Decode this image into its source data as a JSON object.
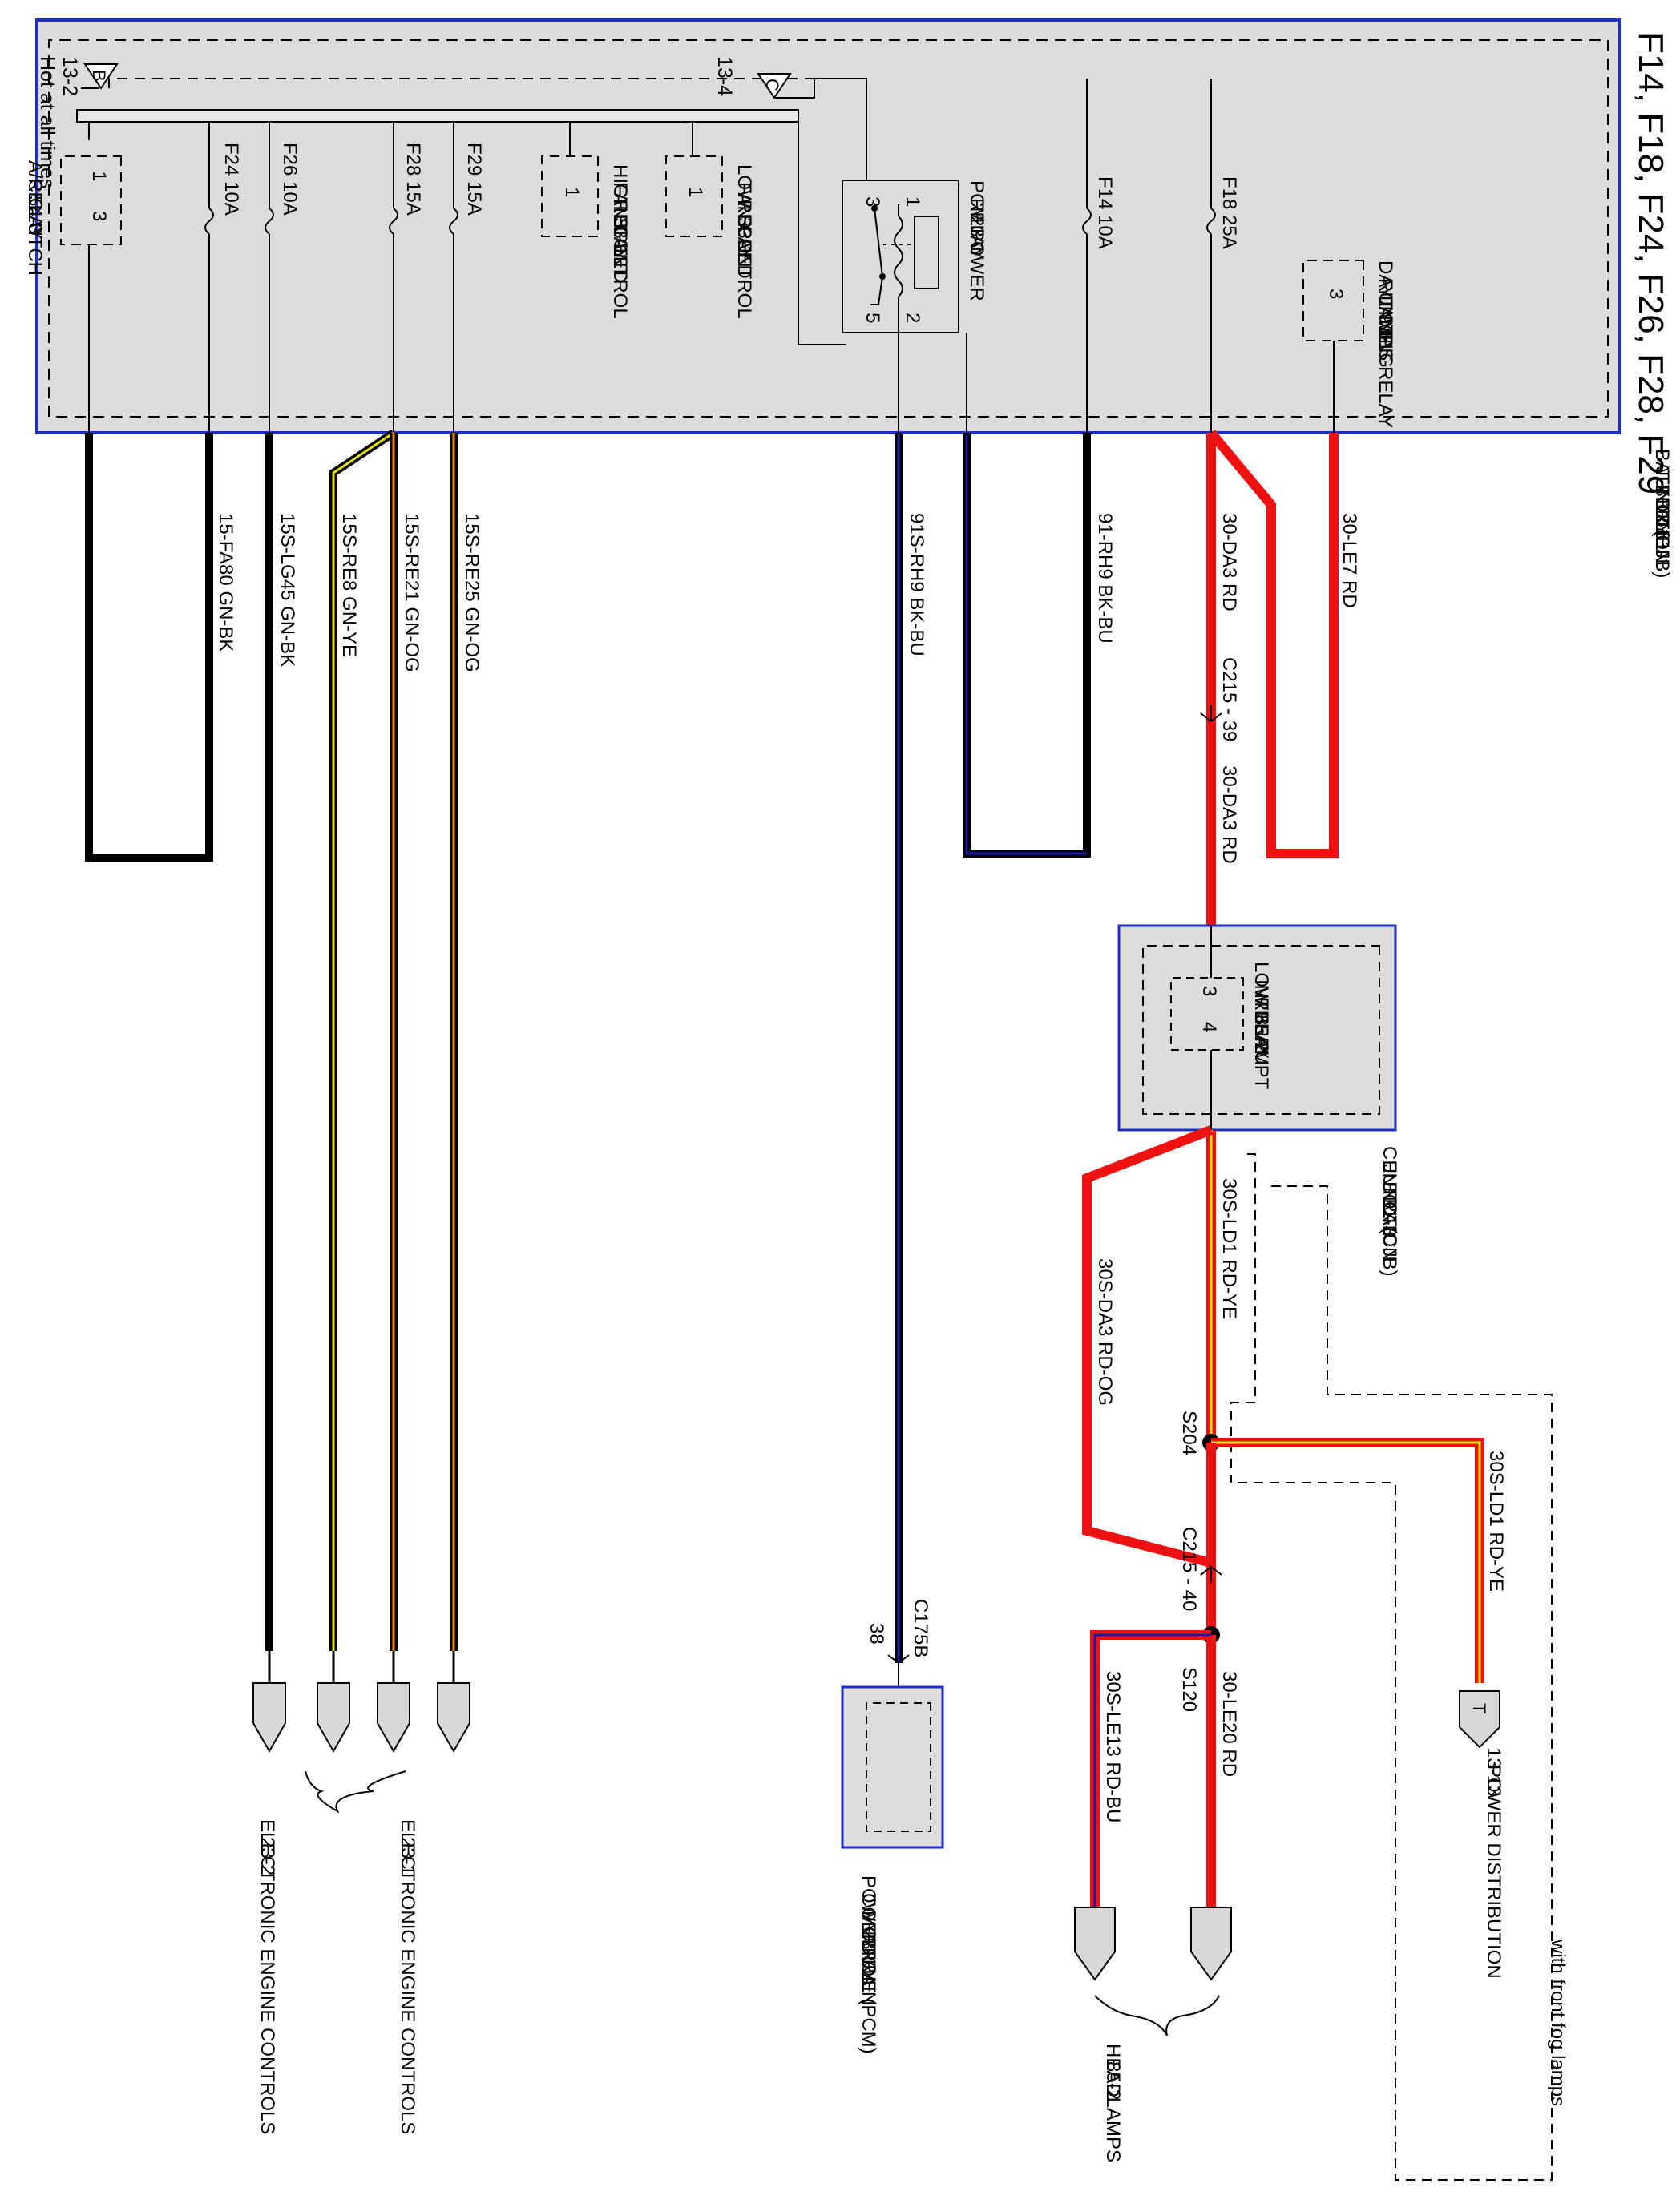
{
  "title": "F14, F18, F24, F26, F28, F29",
  "bjb": {
    "hot_label": "Hot at all times",
    "ref_B": "13-2",
    "ref_C": "13-4",
    "name_lines": [
      "BATTERY",
      "JUNCTION",
      "BOX (BJB)",
      "11-1",
      "151-1"
    ]
  },
  "connectors": {
    "B": "B",
    "C": "C",
    "T": "T"
  },
  "fuses": {
    "F24": "F24   10A",
    "F26": "F26   10A",
    "F28": "F28   15A",
    "F29": "F29   15A",
    "F14": "F14   10A",
    "F18": "F18   25A"
  },
  "relays": {
    "ac_clutch": {
      "lines": [
        "A/C CLUTCH",
        "RELAY",
        "54-3"
      ],
      "pin1": "1",
      "pin3": "3"
    },
    "high_speed": {
      "lines": [
        "HIGH SPEED",
        "FAN CONTROL",
        "RELAY",
        "33-1"
      ],
      "pin": "1"
    },
    "low_speed": {
      "lines": [
        "LOW SPEED",
        "FAN CONTROL",
        "RELAY",
        "33-1"
      ],
      "pin": "1"
    },
    "pcm_power": {
      "lines": [
        "PCM POWER",
        "RELAY",
        "23-1"
      ],
      "pin1": "1",
      "pin2": "2",
      "pin3": "3",
      "pin5": "5"
    },
    "drl": {
      "lines": [
        "DAYTIME",
        "RUNNING",
        "LAMPS RELAY",
        "97-1"
      ],
      "pin": "3"
    },
    "low_beam": {
      "lines": [
        "LOW BEAM",
        "INTERRUPT",
        "RELAY",
        "85-2"
      ],
      "pin3": "3",
      "pin4": "4"
    }
  },
  "wires": {
    "w1": "15-FA80   GN-BK",
    "w2": "15S-LG45   GN-BK",
    "w3": "15S-RE8   GN-YE",
    "w4": "15S-RE21   GN-OG",
    "w5": "15S-RE25   GN-OG",
    "w6": "91S-RH9   BK-BU",
    "w7": "91-RH9   BK-BU",
    "w8a": "30-DA3   RD",
    "w8b": "30-DA3   RD",
    "w9": "30-LE7   RD",
    "w10": "30S-LD1   RD-YE",
    "w11": "30S-DA3   RD-OG",
    "w12": "30S-LD1   RD-YE",
    "w13": "30-LE20   RD",
    "w14": "30S-LE13   RD-BU"
  },
  "inline": {
    "c215_39": "C215 - 39",
    "c215_40": "C215 - 40",
    "c175b": "C175B",
    "c175b_pin": "38"
  },
  "splices": {
    "s204": "S204",
    "s120": "S120"
  },
  "cjb": {
    "lines": [
      "CENTRAL",
      "JUNCTION",
      "BOX (CJB)",
      "11-3"
    ]
  },
  "destinations": {
    "eec_2": {
      "lines": [
        "ELECTRONIC ENGINE CONTROLS",
        "23-2"
      ]
    },
    "eec_1": {
      "lines": [
        "ELECTRONIC ENGINE CONTROLS",
        "23-1"
      ]
    },
    "pcm": {
      "lines": [
        "POWERTRAIN",
        "CONTROL",
        "MODULE (PCM)",
        "23-1"
      ]
    },
    "headlamps": {
      "lines": [
        "HEADLAMPS",
        "85-2"
      ]
    },
    "power_dist": {
      "lines": [
        "13-13",
        "POWER DISTRIBUTION"
      ]
    },
    "fog": "with front fog lamps"
  },
  "colors": {
    "black": "#000000",
    "red": "#ee1111",
    "blue": "#1a1aa8",
    "yellow": "#e4e400",
    "orange": "#f08a00",
    "box_fill": "#dcdcdc",
    "box_border": "#1f2fbf"
  }
}
